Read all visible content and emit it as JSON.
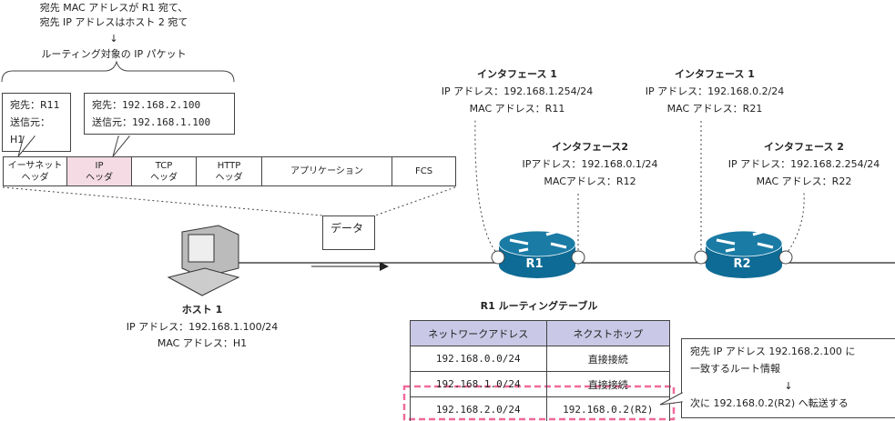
{
  "top_note": {
    "line1": "宛先 MAC アドレスが R1 宛て、",
    "line2": "宛先 IP アドレスはホスト 2 宛て",
    "arrow": "↓",
    "line3": "ルーティング対象の IP パケット"
  },
  "eth_callout": {
    "dst": "宛先：R11",
    "src": "送信元：H1"
  },
  "ip_callout": {
    "dst": "宛先：192.168.2.100",
    "src": "送信元：192.168.1.100"
  },
  "packet": [
    {
      "l1": "イーサネット",
      "l2": "ヘッダ"
    },
    {
      "l1": "IP",
      "l2": "ヘッダ"
    },
    {
      "l1": "TCP",
      "l2": "ヘッダ"
    },
    {
      "l1": "HTTP",
      "l2": "ヘッダ"
    },
    {
      "l1": "アプリケーション",
      "l2": ""
    },
    {
      "l1": "FCS",
      "l2": ""
    }
  ],
  "data_label": "データ",
  "host": {
    "name": "ホスト 1",
    "ip": "IP アドレス：192.168.1.100/24",
    "mac": "MAC アドレス：H1"
  },
  "r1": {
    "label": "R1",
    "if1": {
      "name": "インタフェース 1",
      "ip": "IP アドレス：192.168.1.254/24",
      "mac": "MAC アドレス：R11"
    },
    "if2": {
      "name": "インタフェース2",
      "ip": "IPアドレス：192.168.0.1/24",
      "mac": "MACアドレス：R12"
    }
  },
  "r2": {
    "label": "R2",
    "if1": {
      "name": "インタフェース 1",
      "ip": "IP アドレス：192.168.0.2/24",
      "mac": "MAC アドレス：R21"
    },
    "if2": {
      "name": "インタフェース 2",
      "ip": "IP アドレス：192.168.2.254/24",
      "mac": "MAC アドレス：R22"
    }
  },
  "table": {
    "title": "R1 ルーティングテーブル",
    "headers": [
      "ネットワークアドレス",
      "ネクストホップ"
    ],
    "rows": [
      [
        "192.168.0.0/24",
        "直接接続"
      ],
      [
        "192.168.1.0/24",
        "直接接続"
      ],
      [
        "192.168.2.0/24",
        "192.168.0.2(R2)"
      ]
    ]
  },
  "route_callout": {
    "line1": "宛先 IP アドレス 192.168.2.100 に",
    "line2": "一致するルート情報",
    "arrow": "↓",
    "line3": "次に 192.168.0.2(R2) へ転送する"
  },
  "colors": {
    "router": "#0e6b95",
    "ip_header": "#f5dbe3",
    "table_header": "#c9c8e6",
    "highlight": "#f06a9c"
  }
}
